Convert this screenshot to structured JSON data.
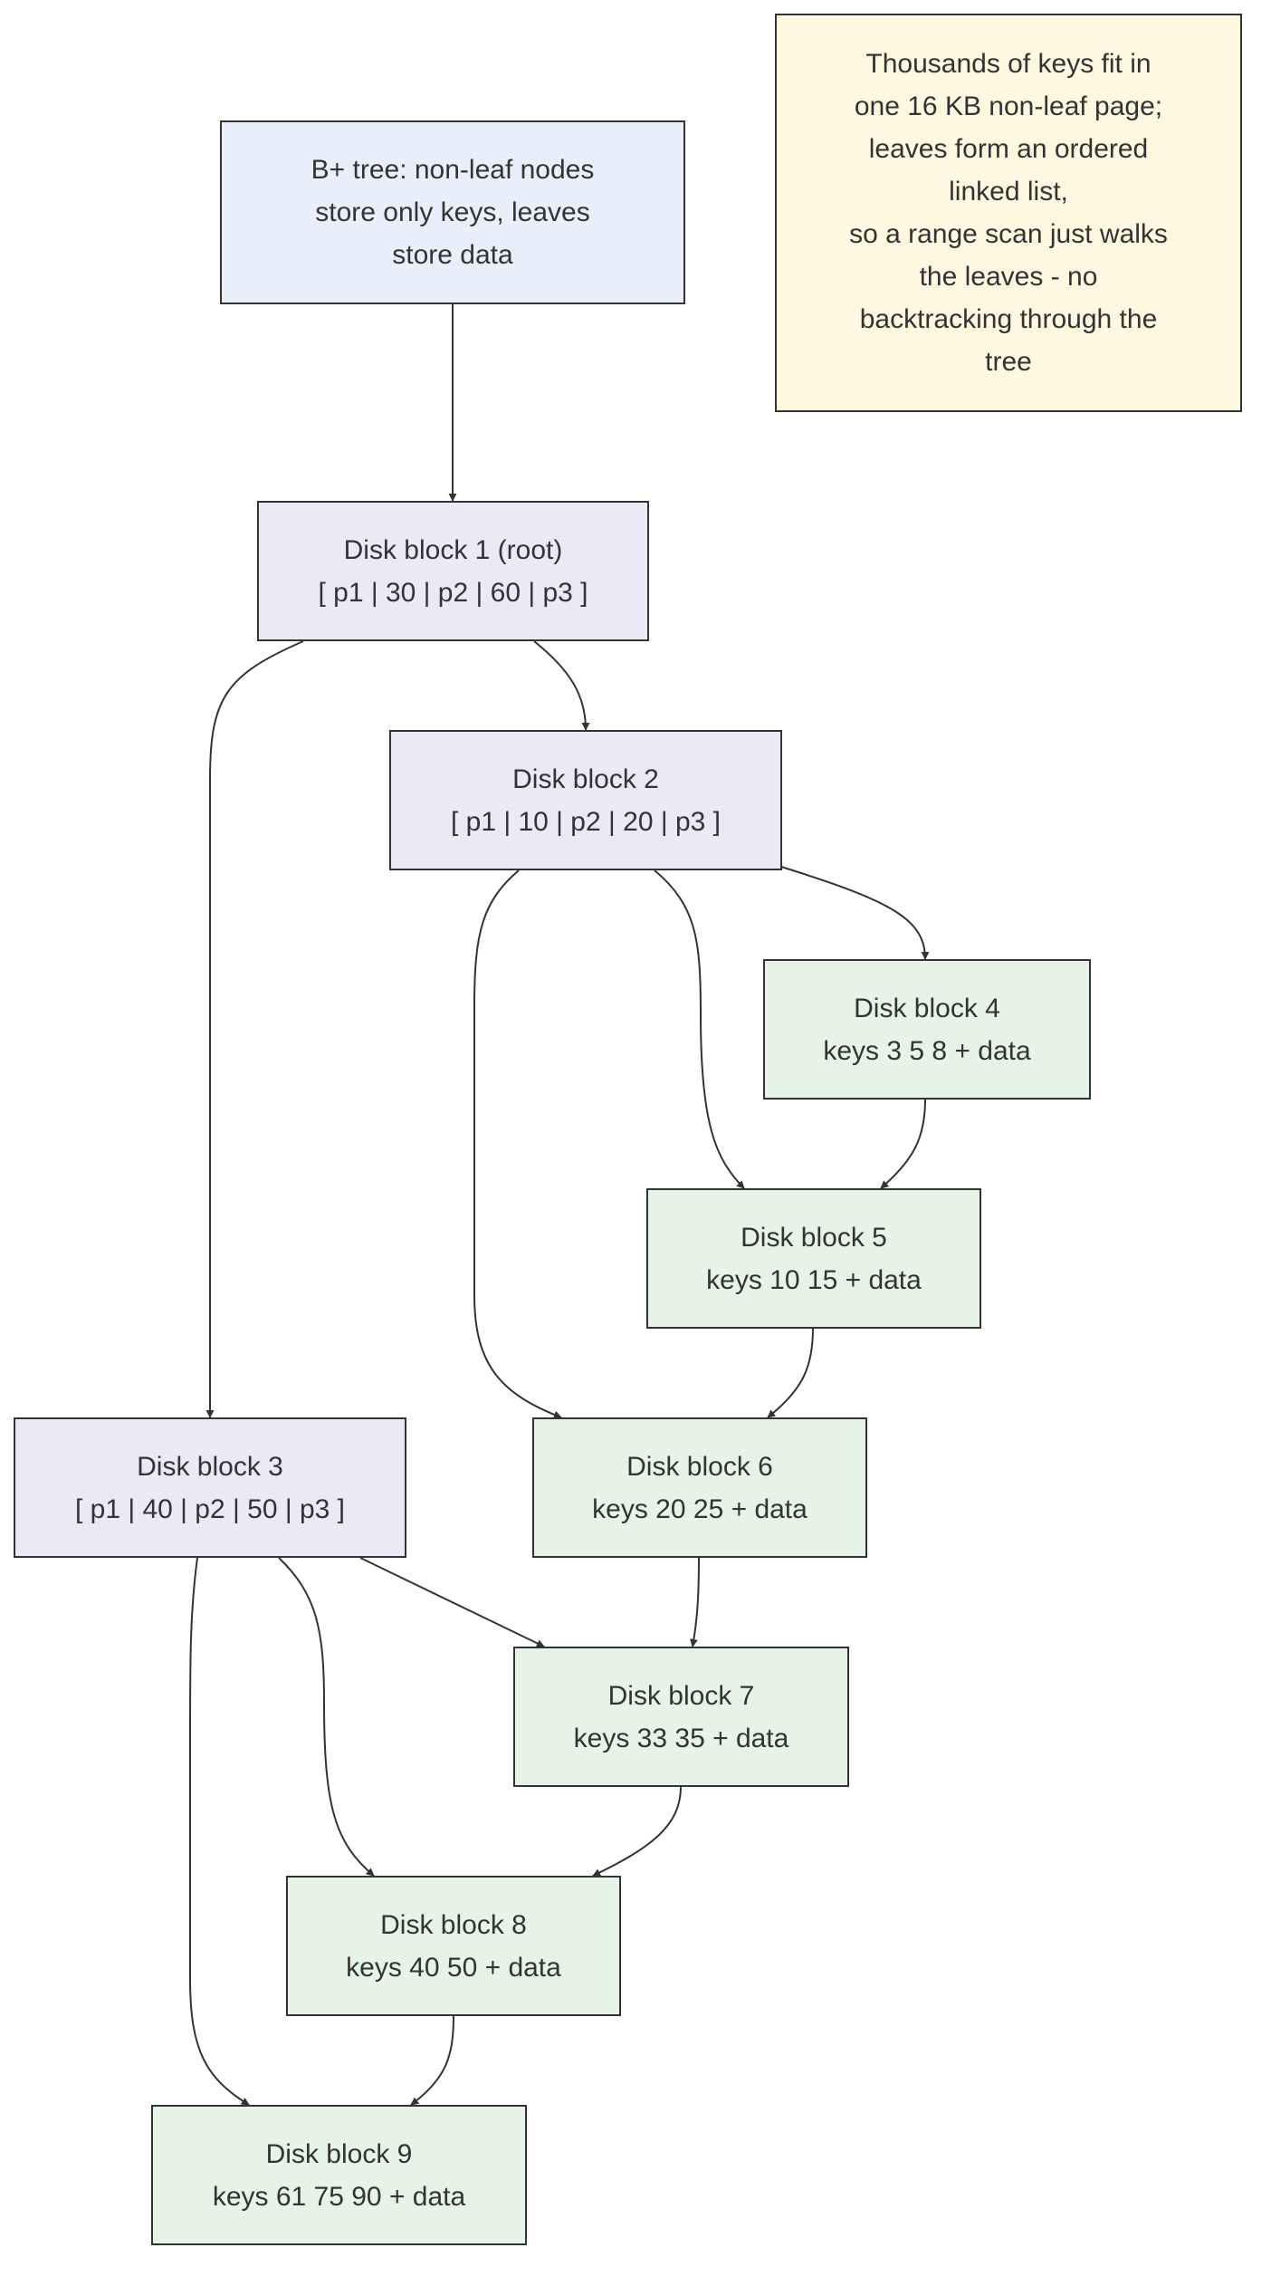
{
  "diagram": {
    "title_node": {
      "text": "B+ tree: non-leaf nodes\nstore only keys, leaves\nstore data"
    },
    "note_node": {
      "text": "Thousands of keys fit in\none 16 KB non-leaf page;\nleaves form an ordered\nlinked list,\nso a range scan just walks\nthe leaves - no\nbacktracking through the\ntree"
    },
    "nodes": {
      "b1": {
        "line1": "Disk block 1 (root)",
        "line2": "[ p1 | 30 | p2 | 60 | p3 ]"
      },
      "b2": {
        "line1": "Disk block 2",
        "line2": "[ p1 | 10 | p2 | 20 | p3 ]"
      },
      "b3": {
        "line1": "Disk block 3",
        "line2": "[ p1 | 40 | p2 | 50 | p3 ]"
      },
      "b4": {
        "line1": "Disk block 4",
        "line2": "keys 3 5 8 + data"
      },
      "b5": {
        "line1": "Disk block 5",
        "line2": "keys 10 15 + data"
      },
      "b6": {
        "line1": "Disk block 6",
        "line2": "keys 20 25 + data"
      },
      "b7": {
        "line1": "Disk block 7",
        "line2": "keys 33 35 + data"
      },
      "b8": {
        "line1": "Disk block 8",
        "line2": "keys 40 50 + data"
      },
      "b9": {
        "line1": "Disk block 9",
        "line2": "keys 61 75 90 + data"
      }
    },
    "edges": [
      {
        "from": "title",
        "to": "b1"
      },
      {
        "from": "b1",
        "to": "b2"
      },
      {
        "from": "b1",
        "to": "b3"
      },
      {
        "from": "b2",
        "to": "b4"
      },
      {
        "from": "b2",
        "to": "b5"
      },
      {
        "from": "b2",
        "to": "b6"
      },
      {
        "from": "b3",
        "to": "b7"
      },
      {
        "from": "b3",
        "to": "b8"
      },
      {
        "from": "b3",
        "to": "b9"
      },
      {
        "from": "b4",
        "to": "b5"
      },
      {
        "from": "b5",
        "to": "b6"
      },
      {
        "from": "b6",
        "to": "b7"
      },
      {
        "from": "b7",
        "to": "b8"
      },
      {
        "from": "b8",
        "to": "b9"
      }
    ],
    "colors": {
      "internal_fill": "#ECE8F6",
      "leaf_fill": "#E6F4E7",
      "title_fill": "#E8EFFB",
      "note_fill": "#FFF8E1",
      "stroke": "#333333"
    }
  }
}
